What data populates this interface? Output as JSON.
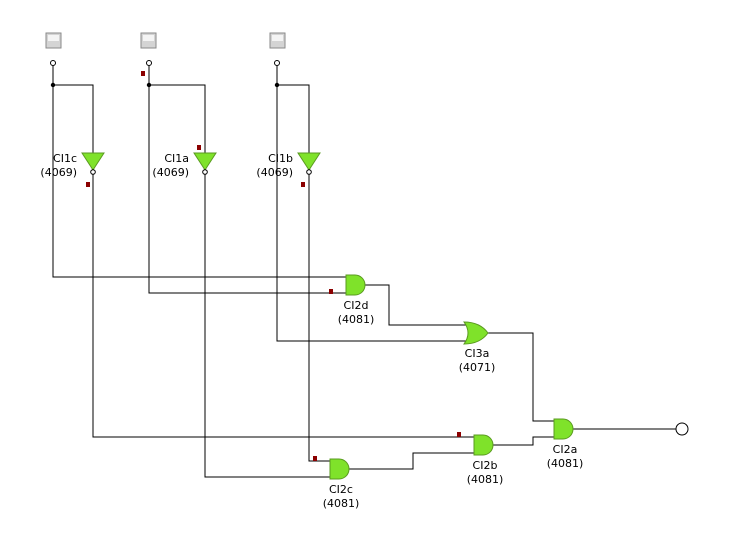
{
  "colors": {
    "gate_fill": "#7fe22a",
    "gate_stroke": "#5a9a20",
    "wire": "#000000",
    "marker": "#8b0000",
    "switch": "#d4d4d4"
  },
  "switches": [
    {
      "id": "in-1",
      "icon": "toggle-switch-icon"
    },
    {
      "id": "in-2",
      "icon": "toggle-switch-icon"
    },
    {
      "id": "in-3",
      "icon": "toggle-switch-icon"
    }
  ],
  "inverters": [
    {
      "name": "CI1c",
      "part": "(4069)"
    },
    {
      "name": "CI1a",
      "part": "(4069)"
    },
    {
      "name": "CI1b",
      "part": "(4069)"
    }
  ],
  "gates": [
    {
      "name": "CI2d",
      "part": "(4081)",
      "type": "AND"
    },
    {
      "name": "CI3a",
      "part": "(4071)",
      "type": "OR"
    },
    {
      "name": "CI2b",
      "part": "(4081)",
      "type": "AND"
    },
    {
      "name": "CI2c",
      "part": "(4081)",
      "type": "AND"
    },
    {
      "name": "CI2a",
      "part": "(4081)",
      "type": "AND"
    }
  ],
  "output": {
    "icon": "output-probe-icon"
  }
}
